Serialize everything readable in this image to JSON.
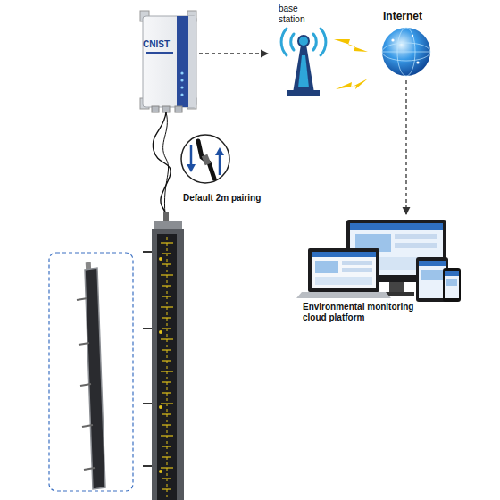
{
  "diagram": {
    "nodes": [
      {
        "text": [
          "CNIST"
        ]
      },
      {
        "text": [
          "base station"
        ]
      },
      {
        "text": [
          "Internet"
        ]
      },
      {
        "text": [
          "Environmental monitoring cloud platform"
        ]
      }
    ],
    "edges": [
      {
        "from": 0,
        "to": 1,
        "arrow": "to"
      },
      {
        "from": 2,
        "to": 3,
        "arrow": "to"
      }
    ],
    "labels": [
      "Default 2m pairing"
    ]
  }
}
